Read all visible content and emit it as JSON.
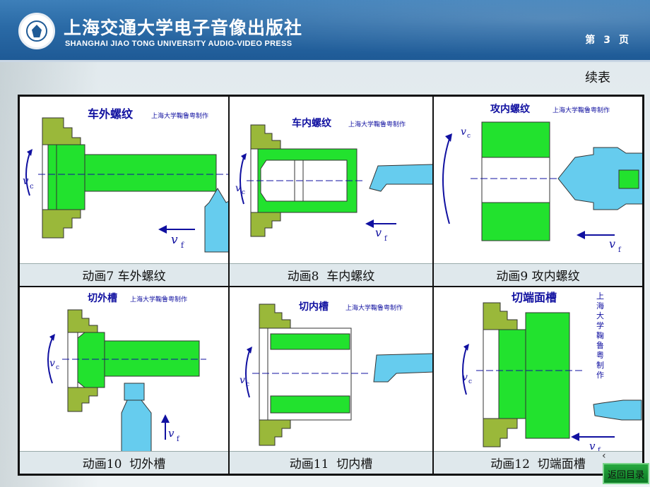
{
  "header": {
    "publisher_cn": "上海交通大学电子音像出版社",
    "publisher_en": "SHANGHAI JIAO TONG UNIVERSITY AUDIO-VIDEO PRESS",
    "page_prefix": "第",
    "page_number": "3",
    "page_suffix": "页"
  },
  "continued_label": "续表",
  "panels": [
    {
      "title": "车外螺纹",
      "credit": "上海大学鞠鲁粤制作",
      "caption": "动画7 车外螺纹"
    },
    {
      "title": "车内螺纹",
      "credit": "上海大学鞠鲁粤制作",
      "caption": "动画8  车内螺纹"
    },
    {
      "title": "攻内螺纹",
      "credit": "上海大学鞠鲁粤制作",
      "caption": "动画9 攻内螺纹"
    },
    {
      "title": "切外槽",
      "credit": "上海大学鞠鲁粤制作",
      "caption": "动画10  切外槽"
    },
    {
      "title": "切内槽",
      "credit": "上海大学鞠鲁粤制作",
      "caption": "动画11  切内槽"
    },
    {
      "title": "切端面槽",
      "credit": "上海大学鞠鲁粤制作",
      "caption": "动画12  切端面槽"
    }
  ],
  "symbols": {
    "vc": "v",
    "vc_sub": "c",
    "vf": "v",
    "vf_sub": "f"
  },
  "vertical_credit": [
    "上",
    "海",
    "大",
    "学",
    "鞠",
    "鲁",
    "粤",
    "制",
    "作"
  ],
  "nav": {
    "back_label": "返回目录",
    "prev_arrow": "‹"
  },
  "colors": {
    "workpiece": "#22e22e",
    "chuck": "#9ab83a",
    "tool": "#66ccee",
    "ink": "#1010a0",
    "header_blue": "#2a6aa6"
  }
}
